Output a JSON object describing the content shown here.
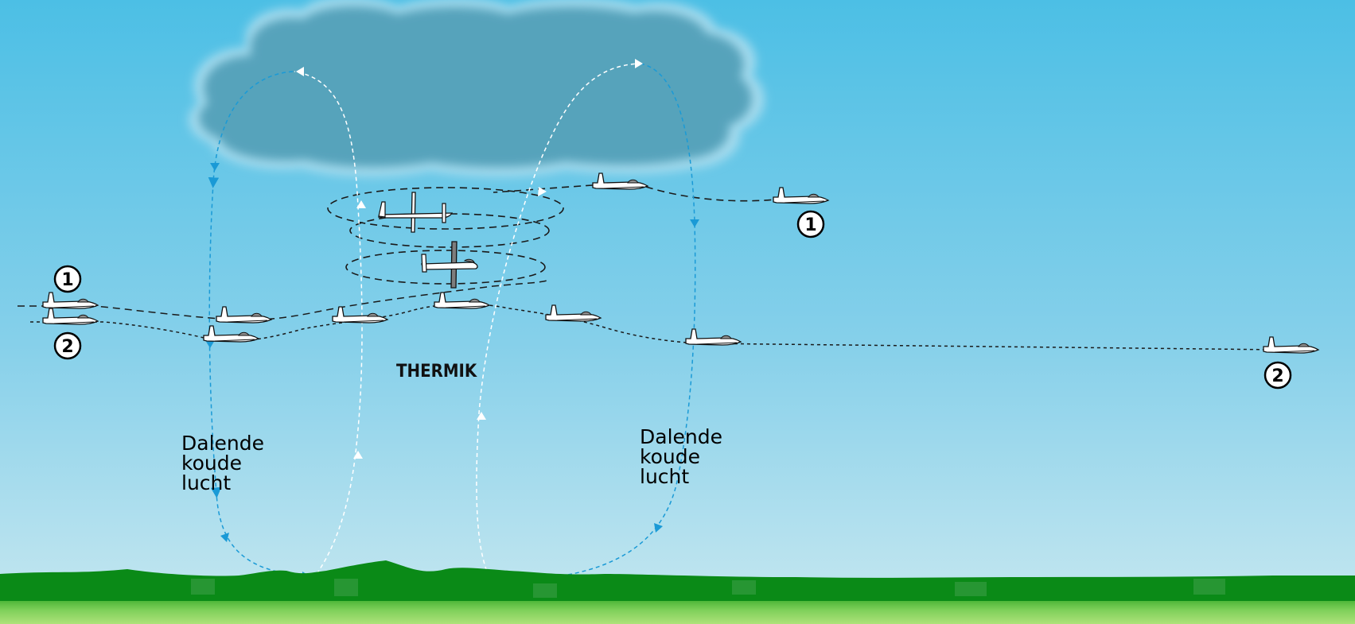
{
  "labels": {
    "thermik": "THERMIK",
    "descent_left": [
      "Dalende",
      "koude",
      "lucht"
    ],
    "descent_right": [
      "Dalende",
      "koude",
      "lucht"
    ]
  },
  "badges": {
    "left_1": "1",
    "left_2": "2",
    "cloud_1": "1",
    "right_2": "2"
  },
  "colors": {
    "sky_top": "#4cbfe5",
    "sky_bottom": "#c8e8f0",
    "cloud": "#5aa6bd",
    "cloud_edge": "#9ed7ea",
    "downdraft_arrow": "#1a9ad6",
    "updraft_arrow": "#ffffff",
    "flight_path": "#1a1a1a",
    "hills": "#0a8a17",
    "grass_top": "#5cc43c",
    "grass_bottom": "#a6df72"
  }
}
